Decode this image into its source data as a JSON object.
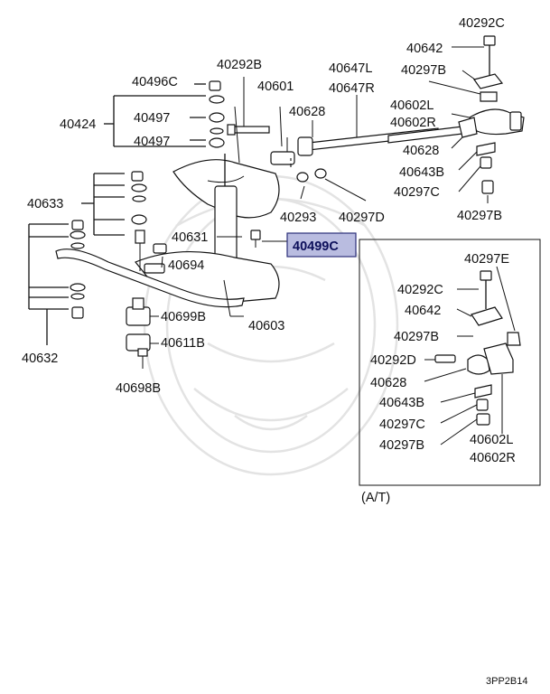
{
  "diagram_code": "3PP2B14",
  "inset_caption": "(A/T)",
  "highlighted_part": "40499C",
  "labels": {
    "p40292C_top": "40292C",
    "p40642_top": "40642",
    "p40297B_top": "40297B",
    "p40292B": "40292B",
    "p40647L": "40647L",
    "p40647R": "40647R",
    "p40496C": "40496C",
    "p40601": "40601",
    "p40424": "40424",
    "p40497_a": "40497",
    "p40497_b": "40497",
    "p40628_top": "40628",
    "p40602L_top": "40602L",
    "p40602R_top": "40602R",
    "p40628_mid": "40628",
    "p40643B_top": "40643B",
    "p40297C_top": "40297C",
    "p40297B_right": "40297B",
    "p40633": "40633",
    "p40293": "40293",
    "p40297D": "40297D",
    "p40631": "40631",
    "p40499C": "40499C",
    "p40694": "40694",
    "p40699B": "40699B",
    "p40603": "40603",
    "p40611B": "40611B",
    "p40632": "40632",
    "p40698B": "40698B",
    "inset_40297E": "40297E",
    "inset_40292C": "40292C",
    "inset_40642": "40642",
    "inset_40297B_a": "40297B",
    "inset_40292D": "40292D",
    "inset_40628": "40628",
    "inset_40643B": "40643B",
    "inset_40297C": "40297C",
    "inset_40297B_b": "40297B",
    "inset_40602L": "40602L",
    "inset_40602R": "40602R"
  }
}
